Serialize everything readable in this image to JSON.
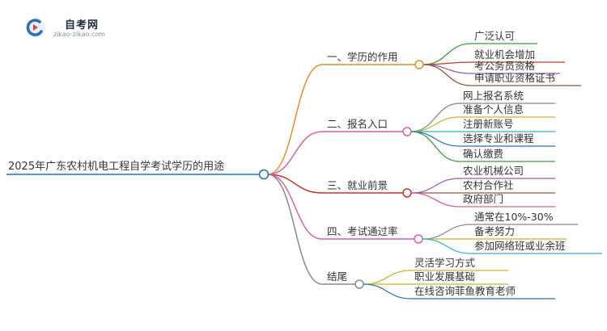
{
  "brand": {
    "name": "自考网",
    "url": "zikao-zikao.com"
  },
  "root": {
    "label": "2025年广东农村机电工程自学考试学历的用途"
  },
  "branches": [
    {
      "label": "一、学历的作用",
      "color": "#f08c2a",
      "children": [
        {
          "label": "广泛认可",
          "color": "#3d9a3d"
        },
        {
          "label": "就业机会增加",
          "color": "#c0392b"
        },
        {
          "label": "考公务员资格",
          "color": "#9b59b6"
        },
        {
          "label": "申请职业资格证书",
          "color": "#8b5a3c"
        }
      ]
    },
    {
      "label": "二、报名入口",
      "color": "#d65fb0",
      "children": [
        {
          "label": "网上报名系统",
          "color": "#888888"
        },
        {
          "label": "准备个人信息",
          "color": "#c9b82c"
        },
        {
          "label": "注册新账号",
          "color": "#2bb3c9"
        },
        {
          "label": "选择专业和课程",
          "color": "#2c6fb3"
        },
        {
          "label": "确认缴费",
          "color": "#3d9a3d"
        }
      ]
    },
    {
      "label": "三、就业前景",
      "color": "#c0392b",
      "children": [
        {
          "label": "农业机械公司",
          "color": "#9b59b6"
        },
        {
          "label": "农村合作社",
          "color": "#8b5a3c"
        },
        {
          "label": "政府部门",
          "color": "#d65fb0"
        }
      ]
    },
    {
      "label": "四、考试通过率",
      "color": "#d65fb0",
      "children": [
        {
          "label": "通常在10%-30%",
          "color": "#888888"
        },
        {
          "label": "备考努力",
          "color": "#c9b82c"
        },
        {
          "label": "参加网络班或业余班",
          "color": "#2bb3c9"
        }
      ]
    },
    {
      "label": "结尾",
      "color": "#888888",
      "children": [
        {
          "label": "灵活学习方式",
          "color": "#c9b82c"
        },
        {
          "label": "职业发展基础",
          "color": "#c9b82c"
        },
        {
          "label": "在线咨询菲鱼教育老师",
          "color": "#2c6fb3"
        }
      ]
    }
  ]
}
